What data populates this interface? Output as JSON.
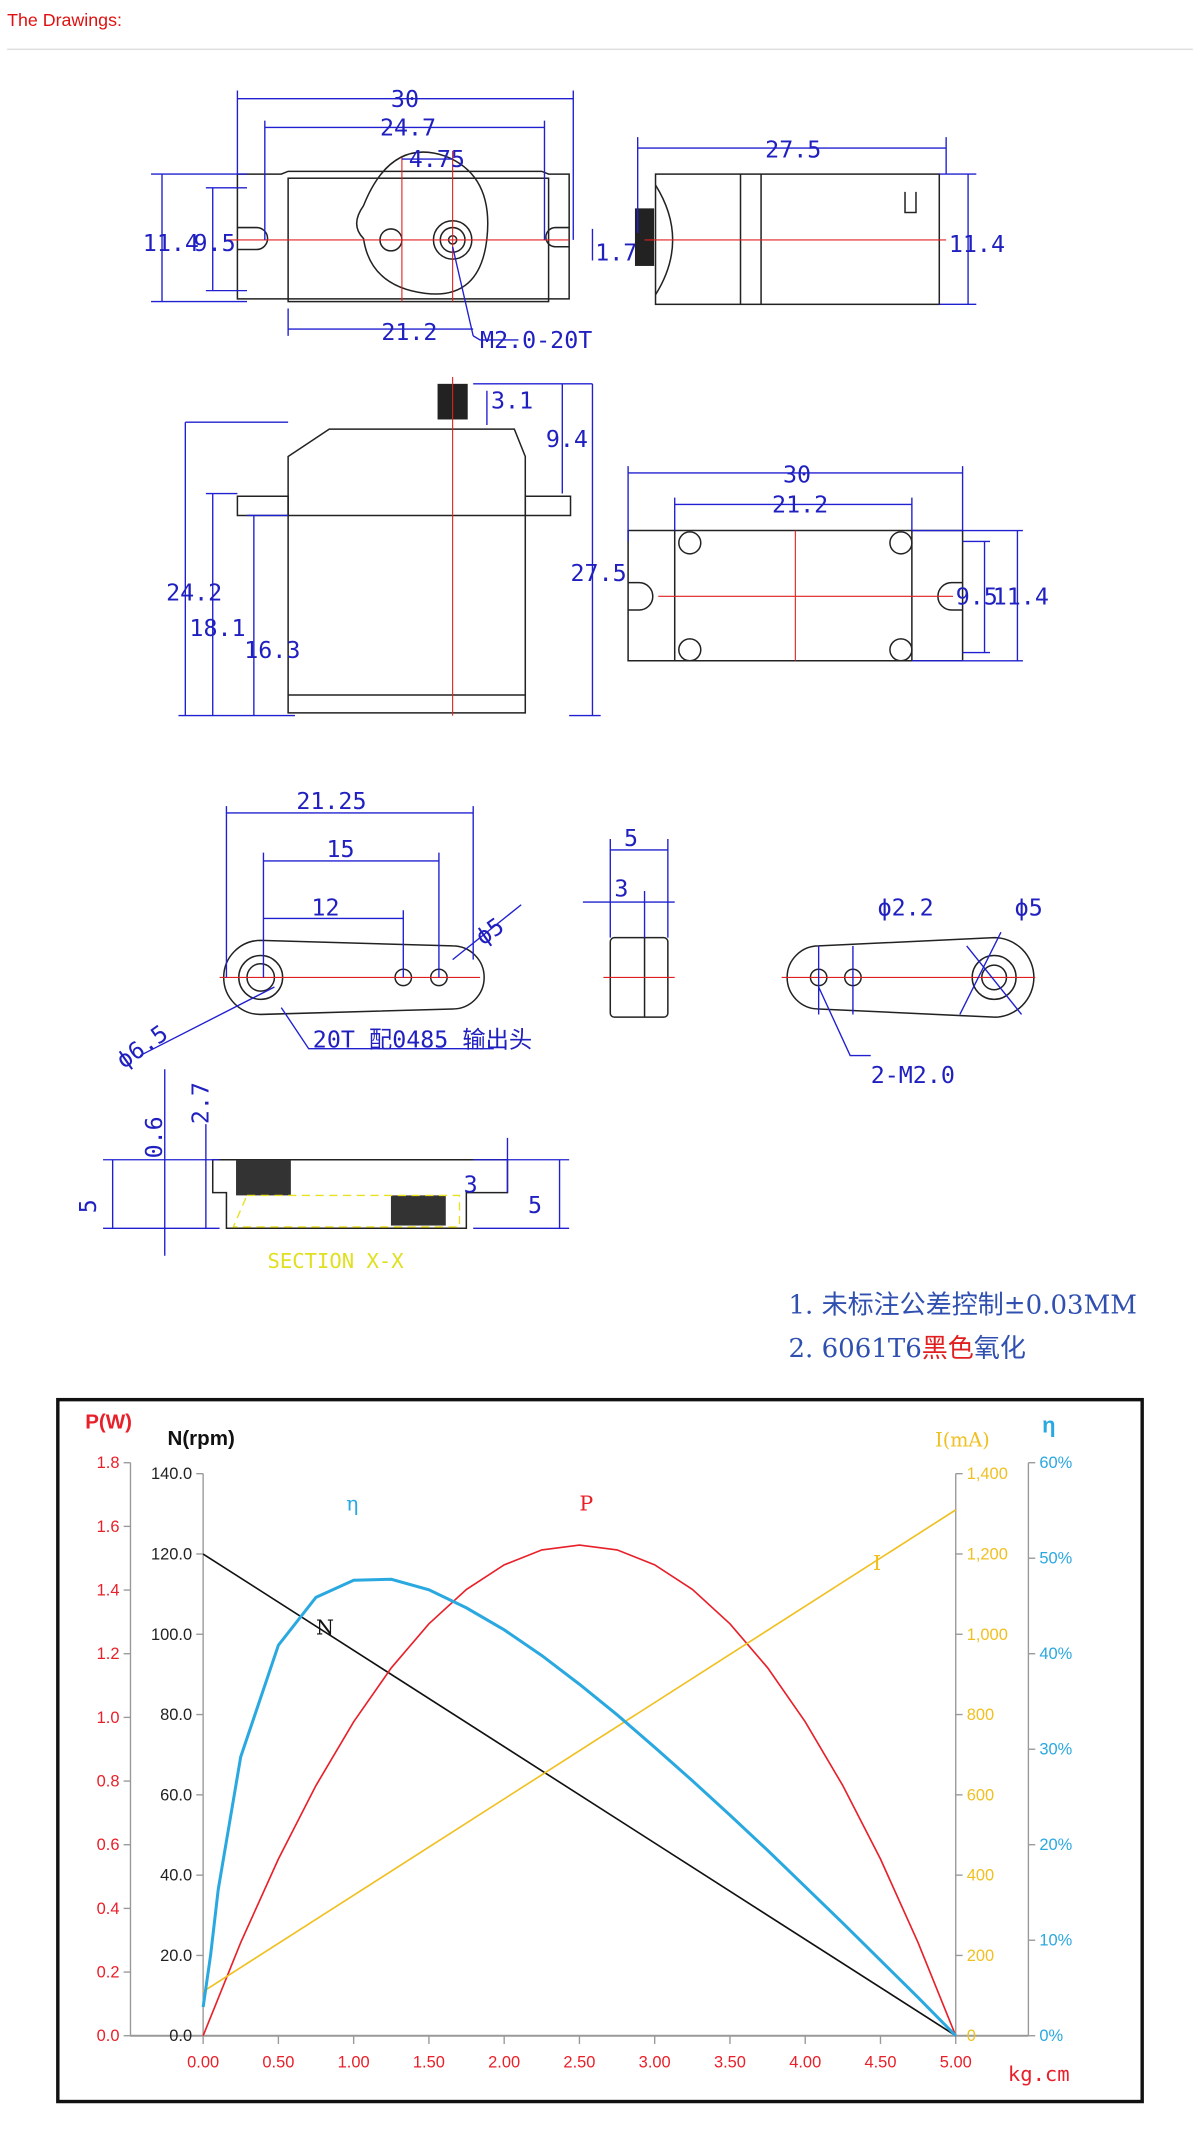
{
  "header": {
    "title": "The Drawings:"
  },
  "drawings": {
    "labels": [
      "30",
      "24.7",
      "4.75",
      "11.4",
      "9.5",
      "1.7",
      "21.2",
      "M2.0-20T",
      "27.5",
      "11.4",
      "3.1",
      "9.4",
      "27.5",
      "24.2",
      "18.1",
      "16.3",
      "30",
      "21.2",
      "9.5",
      "11.4",
      "21.25",
      "15",
      "12",
      "ϕ5",
      "ϕ6.5",
      "20T 配0485 输出头",
      "5",
      "3",
      "ϕ2.2",
      "ϕ5",
      "2-M2.0",
      "5",
      "0.6",
      "2.7",
      "3",
      "5",
      "SECTION X-X"
    ],
    "notes": {
      "line1": "1. 未标注公差控制±0.03MM",
      "line2_a": "2. 6061T6",
      "line2_b": "黑色",
      "line2_c": "氧化"
    }
  },
  "chart_data": {
    "type": "line",
    "title": "",
    "xlabel": "kg.cm",
    "xlim": [
      0,
      5
    ],
    "x_ticks": [
      "0.00",
      "0.50",
      "1.00",
      "1.50",
      "2.00",
      "2.50",
      "3.00",
      "3.50",
      "4.00",
      "4.50",
      "5.00"
    ],
    "axes": {
      "P": {
        "label": "P(W)",
        "range": [
          0,
          1.8
        ],
        "ticks": [
          "0.0",
          "0.2",
          "0.4",
          "0.6",
          "0.8",
          "1.0",
          "1.2",
          "1.4",
          "1.6",
          "1.8"
        ],
        "color": "#e8202a"
      },
      "N": {
        "label": "N(rpm)",
        "range": [
          0,
          140
        ],
        "ticks": [
          "0.0",
          "20.0",
          "40.0",
          "60.0",
          "80.0",
          "100.0",
          "120.0",
          "140.0"
        ],
        "color": "#111111"
      },
      "I": {
        "label": "I(mA)",
        "range": [
          0,
          1400
        ],
        "ticks": [
          "0",
          "200",
          "400",
          "600",
          "800",
          "1,000",
          "1,200",
          "1,400"
        ],
        "color": "#f0c020"
      },
      "eta": {
        "label": "η",
        "range": [
          0,
          60
        ],
        "ticks": [
          "0%",
          "10%",
          "20%",
          "30%",
          "40%",
          "50%",
          "60%"
        ],
        "color": "#2aa8e0"
      }
    },
    "series": [
      {
        "name": "N",
        "axis": "N",
        "label": "N",
        "color": "#111111",
        "points": [
          [
            0,
            120
          ],
          [
            5,
            0
          ]
        ]
      },
      {
        "name": "P",
        "axis": "P",
        "label": "P",
        "color": "#e8202a",
        "points": [
          [
            0,
            0
          ],
          [
            0.25,
            0.293
          ],
          [
            0.5,
            0.555
          ],
          [
            0.75,
            0.786
          ],
          [
            1,
            0.986
          ],
          [
            1.25,
            1.156
          ],
          [
            1.5,
            1.294
          ],
          [
            1.75,
            1.402
          ],
          [
            2,
            1.479
          ],
          [
            2.25,
            1.526
          ],
          [
            2.5,
            1.541
          ],
          [
            2.75,
            1.526
          ],
          [
            3,
            1.479
          ],
          [
            3.25,
            1.402
          ],
          [
            3.5,
            1.294
          ],
          [
            3.75,
            1.156
          ],
          [
            4,
            0.986
          ],
          [
            4.25,
            0.786
          ],
          [
            4.5,
            0.555
          ],
          [
            4.75,
            0.293
          ],
          [
            5,
            0
          ]
        ]
      },
      {
        "name": "I",
        "axis": "I",
        "label": "I",
        "color": "#f0c020",
        "points": [
          [
            0,
            110
          ],
          [
            5,
            1310
          ]
        ]
      },
      {
        "name": "η",
        "axis": "eta",
        "label": "η",
        "color": "#2aa8e0",
        "points": [
          [
            0,
            3
          ],
          [
            0.05,
            8.5
          ],
          [
            0.1,
            15.3
          ],
          [
            0.25,
            29.2
          ],
          [
            0.5,
            40.9
          ],
          [
            0.75,
            45.9
          ],
          [
            1,
            47.7
          ],
          [
            1.25,
            47.8
          ],
          [
            1.5,
            46.7
          ],
          [
            1.75,
            44.8
          ],
          [
            2,
            42.5
          ],
          [
            2.25,
            39.8
          ],
          [
            2.5,
            36.8
          ],
          [
            2.75,
            33.6
          ],
          [
            3,
            30.2
          ],
          [
            3.25,
            26.7
          ],
          [
            3.5,
            23.1
          ],
          [
            3.75,
            19.4
          ],
          [
            4,
            15.6
          ],
          [
            4.25,
            11.8
          ],
          [
            4.5,
            7.9
          ],
          [
            4.75,
            4
          ],
          [
            5,
            0
          ]
        ]
      }
    ],
    "grid": false
  }
}
